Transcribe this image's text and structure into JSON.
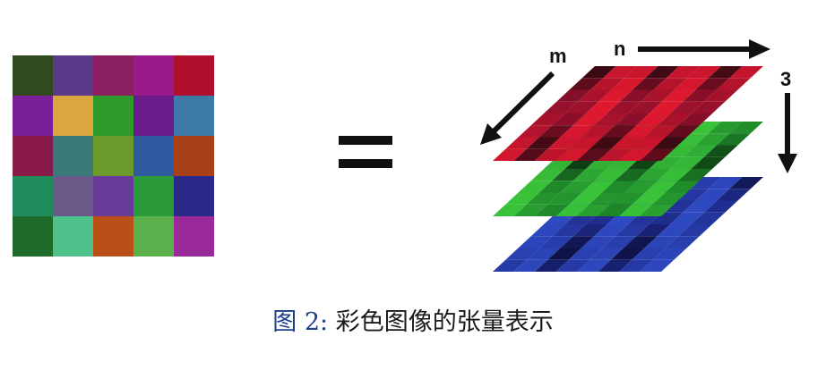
{
  "figure": {
    "caption_label": "图 2:",
    "caption_text": "彩色图像的张量表示",
    "equals_symbol": "=",
    "axis_labels": {
      "m": "m",
      "n": "n",
      "channels": "3"
    }
  },
  "color_grid": {
    "rows": 5,
    "cols": 5,
    "cells": [
      [
        "#2f4a1e",
        "#5b3a8a",
        "#8a2060",
        "#9a1a8a",
        "#b0102e"
      ],
      [
        "#7a1e9a",
        "#d9a640",
        "#2e9a2a",
        "#6a1a8a",
        "#3d7aa8"
      ],
      [
        "#8a1a4a",
        "#3a7a78",
        "#6a9a2a",
        "#2e5aa0",
        "#a8401a"
      ],
      [
        "#1f8a5a",
        "#6a5a8a",
        "#6a3a9a",
        "#2a9a3a",
        "#2a2a8a"
      ],
      [
        "#1e6a2a",
        "#4ec08a",
        "#b85018",
        "#5ab04a",
        "#9a2a9a"
      ]
    ]
  },
  "channel_layers": [
    {
      "channel": "red",
      "base": "#8a0f2a",
      "light": "#e0182e",
      "dark": "#3a0a12"
    },
    {
      "channel": "green",
      "base": "#1f8a2a",
      "light": "#3ac23a",
      "dark": "#0d3a12"
    },
    {
      "channel": "blue",
      "base": "#1e2a8a",
      "light": "#2e4ac2",
      "dark": "#0a0f3a"
    }
  ]
}
